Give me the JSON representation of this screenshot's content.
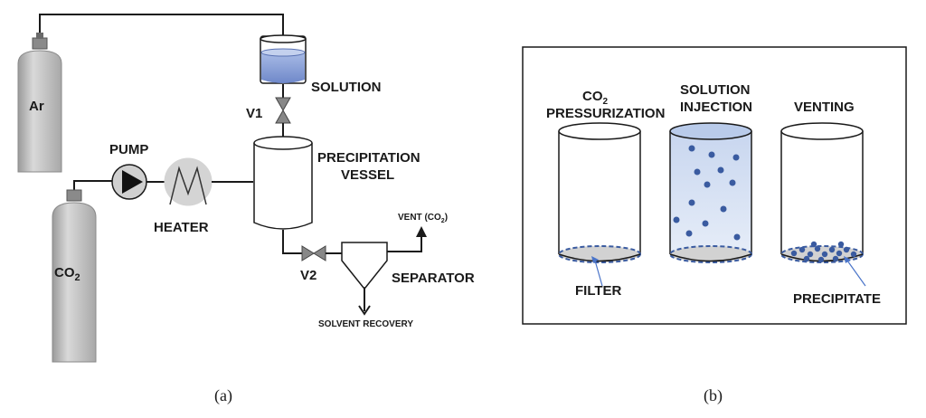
{
  "panel_a": {
    "caption": "(a)",
    "labels": {
      "ar": "Ar",
      "co2": "CO",
      "co2_sub": "2",
      "pump": "PUMP",
      "heater": "HEATER",
      "solution": "SOLUTION",
      "v1": "V1",
      "v2": "V2",
      "vessel_line1": "PRECIPITATION",
      "vessel_line2": "VESSEL",
      "vent": "VENT (CO",
      "vent_sub": "2",
      "vent_close": ")",
      "separator": "SEPARATOR",
      "solvent_recovery": "SOLVENT RECOVERY"
    }
  },
  "panel_b": {
    "caption": "(b)",
    "stages": {
      "pressurization_line1": "CO",
      "pressurization_sub": "2",
      "pressurization_line2": "PRESSURIZATION",
      "injection_line1": "SOLUTION",
      "injection_line2": "INJECTION",
      "venting": "VENTING"
    },
    "callouts": {
      "filter": "FILTER",
      "precipitate": "PRECIPITATE"
    }
  },
  "colors": {
    "cylinder_gray": "#c8c8c8",
    "solution_blue": "#8ea3d8",
    "solution_light": "#dfe7f5",
    "particle_blue": "#3a5ba0",
    "filter_gray": "#d0d0d0"
  }
}
